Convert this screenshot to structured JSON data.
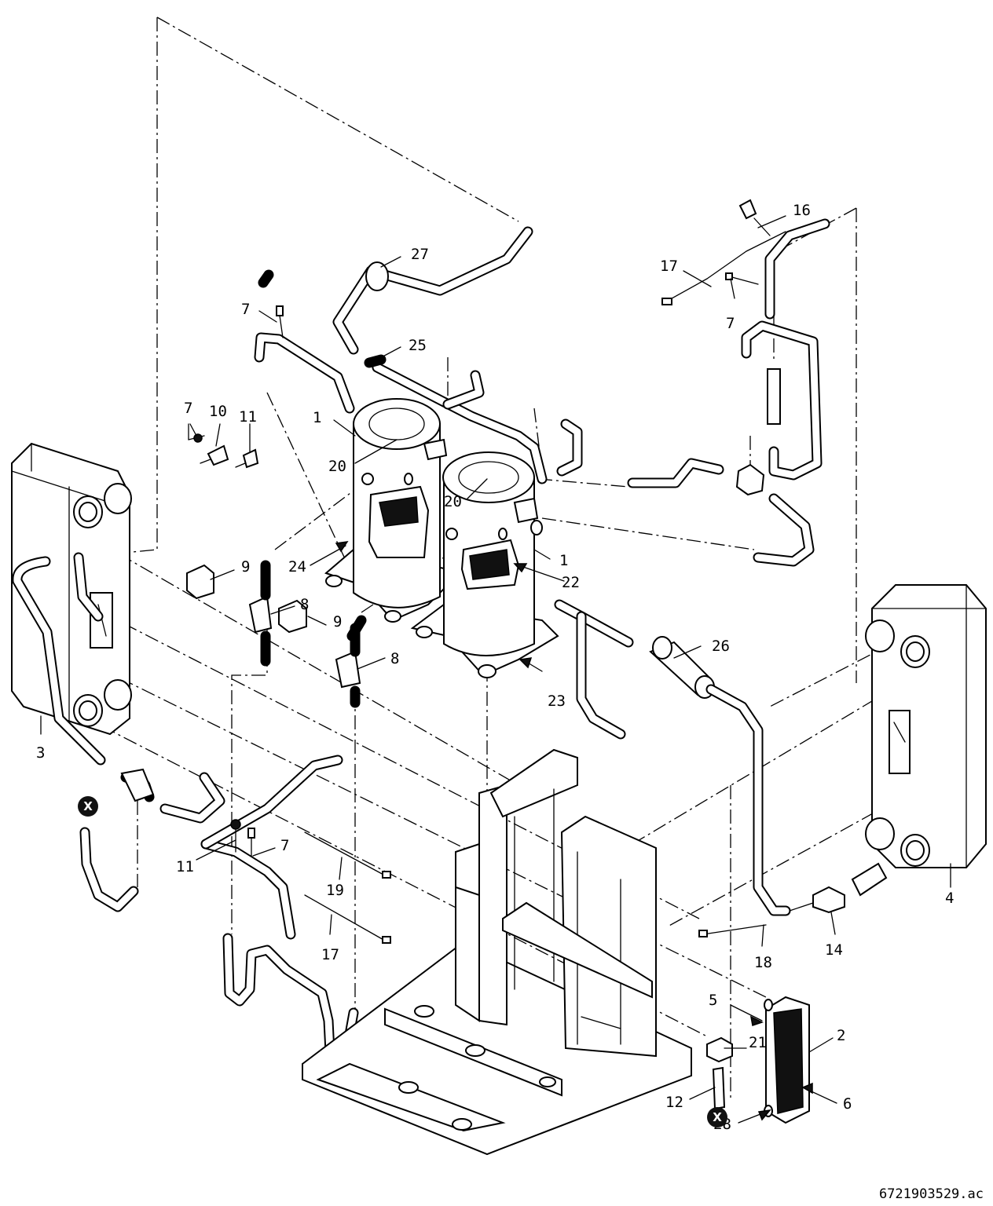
{
  "diagram": {
    "reference_code": "6721903529.ac",
    "callouts": {
      "c1a": "1",
      "c1b": "1",
      "c2": "2",
      "c3": "3",
      "c4": "4",
      "c5": "5",
      "c6": "6",
      "c7a": "7",
      "c7b": "7",
      "c7c": "7",
      "c7d": "7",
      "c8a": "8",
      "c8b": "8",
      "c9a": "9",
      "c9b": "9",
      "c10": "10",
      "c11a": "11",
      "c11b": "11",
      "c12": "12",
      "c14": "14",
      "c16": "16",
      "c17a": "17",
      "c17b": "17",
      "c18": "18",
      "c19": "19",
      "c20a": "20",
      "c20b": "20",
      "c21": "21",
      "c22": "22",
      "c23": "23",
      "c24": "24",
      "c25": "25",
      "c26": "26",
      "c27": "27",
      "c28": "28"
    },
    "connection_marker": "X"
  }
}
